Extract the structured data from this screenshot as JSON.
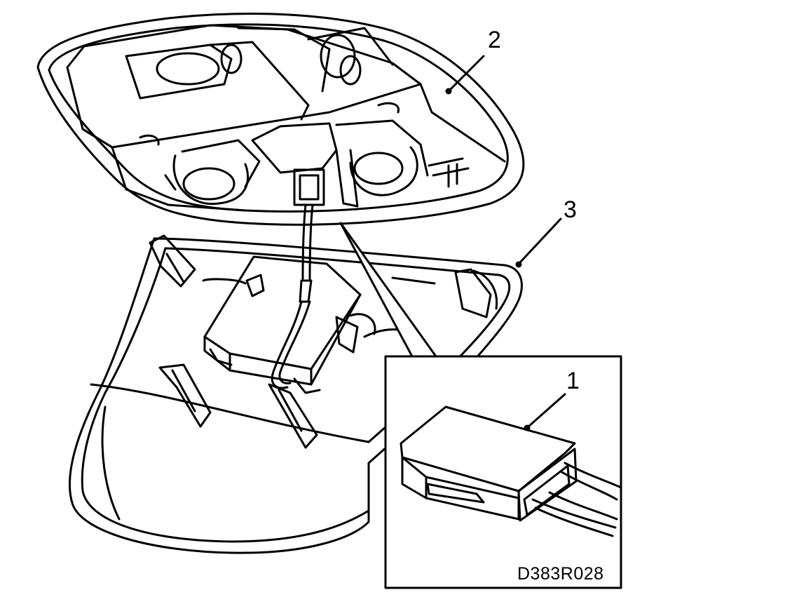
{
  "figure": {
    "callouts": [
      {
        "id": "1",
        "label": "1"
      },
      {
        "id": "2",
        "label": "2"
      },
      {
        "id": "3",
        "label": "3"
      }
    ],
    "figure_code": "D383R028",
    "colors": {
      "ink": "#000000",
      "paper": "#ffffff"
    }
  }
}
